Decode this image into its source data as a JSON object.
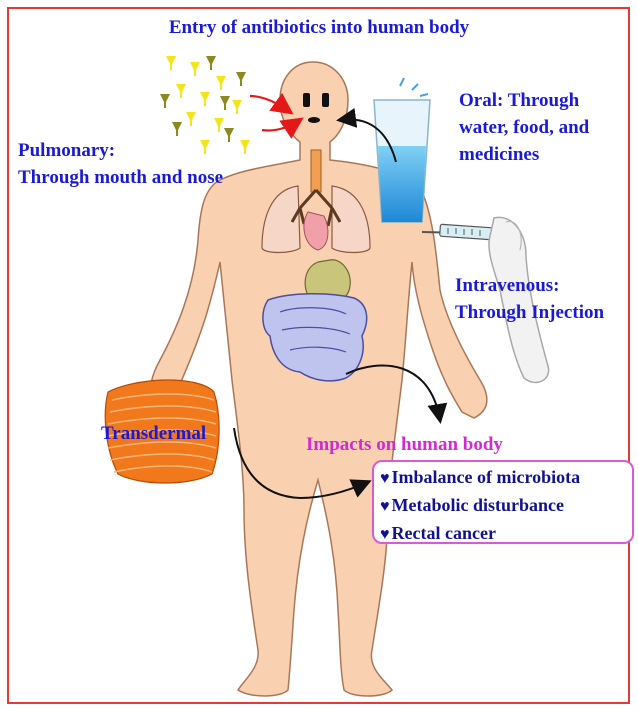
{
  "title": "Entry of antibiotics into human body",
  "routes": {
    "pulmonary": [
      "Pulmonary:",
      "Through mouth and nose"
    ],
    "oral": [
      "Oral: Through",
      "water, food, and",
      "medicines"
    ],
    "intravenous": [
      "Intravenous:",
      "Through Injection"
    ],
    "transdermal": "Transdermal"
  },
  "impacts": {
    "title": "Impacts on human body",
    "items": [
      "Imbalance of microbiota",
      "Metabolic disturbance",
      "Rectal cancer"
    ],
    "bullet": "♥"
  },
  "colors": {
    "label_blue": "#1a1ad6",
    "impacts_title": "#d22ad2",
    "impacts_border": "#d85ad8",
    "frame": "#e53935",
    "skin": "#f9d1b0",
    "skin_outline": "#a8775a"
  }
}
